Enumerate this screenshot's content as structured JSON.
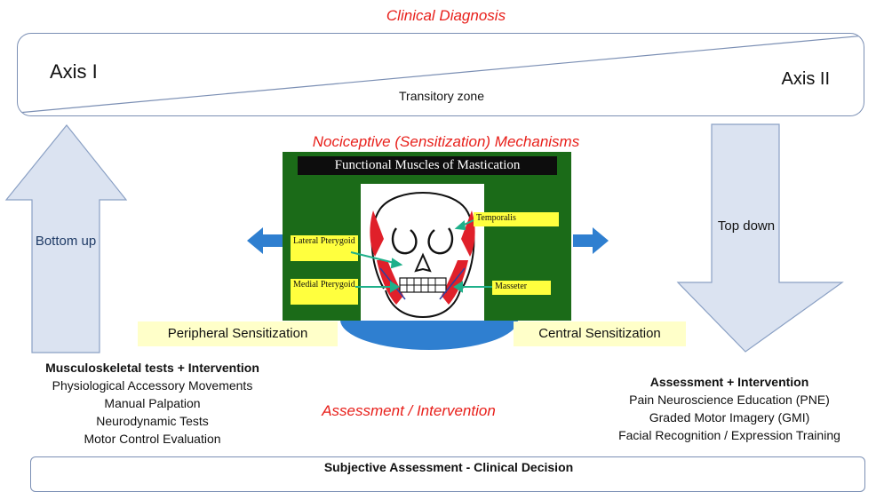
{
  "diagram": {
    "title": "Clinical Diagnosis",
    "axis": {
      "left_label": "Axis I",
      "right_label": "Axis II",
      "middle_label": "Transitory zone"
    },
    "mechanisms_title": "Nociceptive (Sensitization) Mechanisms",
    "left_arrow_label": "Bottom up",
    "right_arrow_label": "Top down",
    "panel": {
      "title": "Functional Muscles of Mastication",
      "labels": {
        "temporalis": "Temporalis",
        "lateral_pterygoid": "Lateral Pterygoid",
        "medial_pterygoid": "Medial Pterygoid",
        "masseter": "Masseter"
      }
    },
    "peripheral_label": "Peripheral  Sensitization",
    "central_label": "Central Sensitization",
    "left_column": {
      "heading": "Musculoskeletal tests + Intervention",
      "items": [
        "Physiological Accessory Movements",
        "Manual Palpation",
        "Neurodynamic Tests",
        "Motor Control Evaluation"
      ]
    },
    "center_label": "Assessment / Intervention",
    "right_column": {
      "heading": "Assessment + Intervention",
      "items": [
        "Pain Neuroscience Education (PNE)",
        "Graded Motor Imagery (GMI)",
        "Facial Recognition / Expression Training"
      ]
    },
    "footer": "Subjective Assessment - Clinical Decision",
    "colors": {
      "accent_red": "#e8201b",
      "arrow_fill": "#dbe3f1",
      "arrow_stroke": "#8aa0c4",
      "blue_arrow": "#2f7fd0",
      "panel_green": "#1b6b18",
      "tag_yellow": "#ffff3e",
      "sensitization_bg": "#ffffc9",
      "muscle_red": "#e0202a"
    }
  }
}
